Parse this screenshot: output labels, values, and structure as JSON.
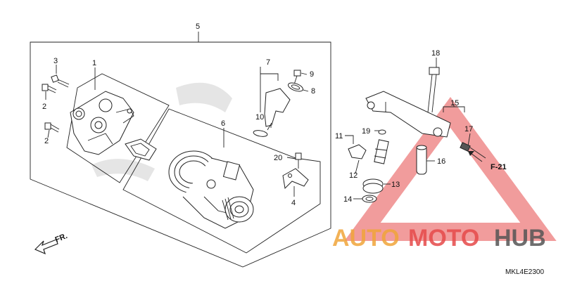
{
  "callouts": {
    "c1": "1",
    "c2a": "2",
    "c2b": "2",
    "c3": "3",
    "c4": "4",
    "c5": "5",
    "c6": "6",
    "c7": "7",
    "c8": "8",
    "c9": "9",
    "c10": "10",
    "c11": "11",
    "c12": "12",
    "c13": "13",
    "c14": "14",
    "c15": "15",
    "c16": "16",
    "c17": "17",
    "c18": "18",
    "c19": "19",
    "c20": "20"
  },
  "reference": {
    "label": "F-21"
  },
  "front_label": "FR.",
  "diagram_code": "MKL4E2300",
  "watermark": {
    "auto": "AUTO",
    "moto": "MOTO",
    "hub": "HUB",
    "color_orange": "#f0a53a",
    "color_red": "#e64a4a",
    "color_dark": "#555555"
  }
}
